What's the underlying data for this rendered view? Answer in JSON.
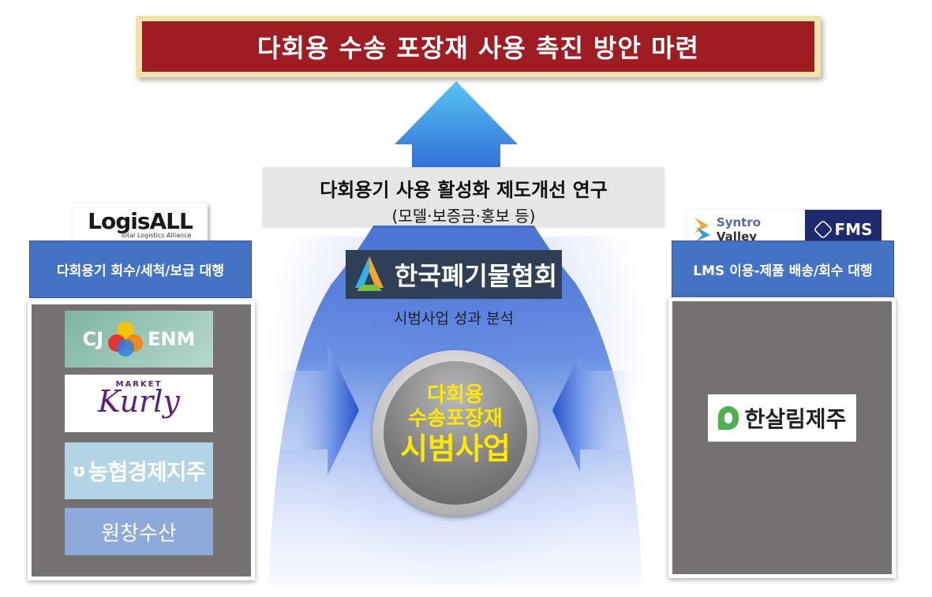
{
  "title": "다회용 수송 포장재 사용 촉진 방안 마련",
  "research": {
    "line1": "다회용기 사용 활성화 제도개선 연구",
    "line2": "(모델·보증금·홍보 등)"
  },
  "association": {
    "name": "한국폐기물협회",
    "task": "시범사업 성과 분석"
  },
  "center": {
    "line1": "다회용",
    "line2": "수송포장재",
    "line3": "시범사업"
  },
  "left": {
    "logo_main": "LogisALL",
    "logo_sub": "Total Logistics Alliance",
    "header": "다회용기 회수/세척/보급 대행",
    "companies": {
      "cj_left": "CJ",
      "cj_right": "ENM",
      "kurly_market": "MARKET",
      "kurly_name": "Kurly",
      "nh": "농협경제지주",
      "wonchang": "원창수산"
    }
  },
  "right": {
    "logo_syntro_1": "Syntro",
    "logo_syntro_2": "Valley",
    "logo_fms": "FMS",
    "header": "LMS 이용-제품 배송/회수 대행",
    "company": "한살림제주"
  },
  "colors": {
    "title_bg": "#9f1c23",
    "title_frame": "#f3e2a8",
    "header_blue": "#4472c4",
    "panel_gray": "#767171",
    "center_text": "#ffe800",
    "association_bg": "#2f3f56"
  },
  "icons": {
    "cj": "cj-dots-logo",
    "nh": "nh-logo",
    "hansalim": "leaf-logo",
    "syntro": "syntro-arrow-logo",
    "fms": "fms-hex-logo",
    "association": "triangle-logo"
  }
}
